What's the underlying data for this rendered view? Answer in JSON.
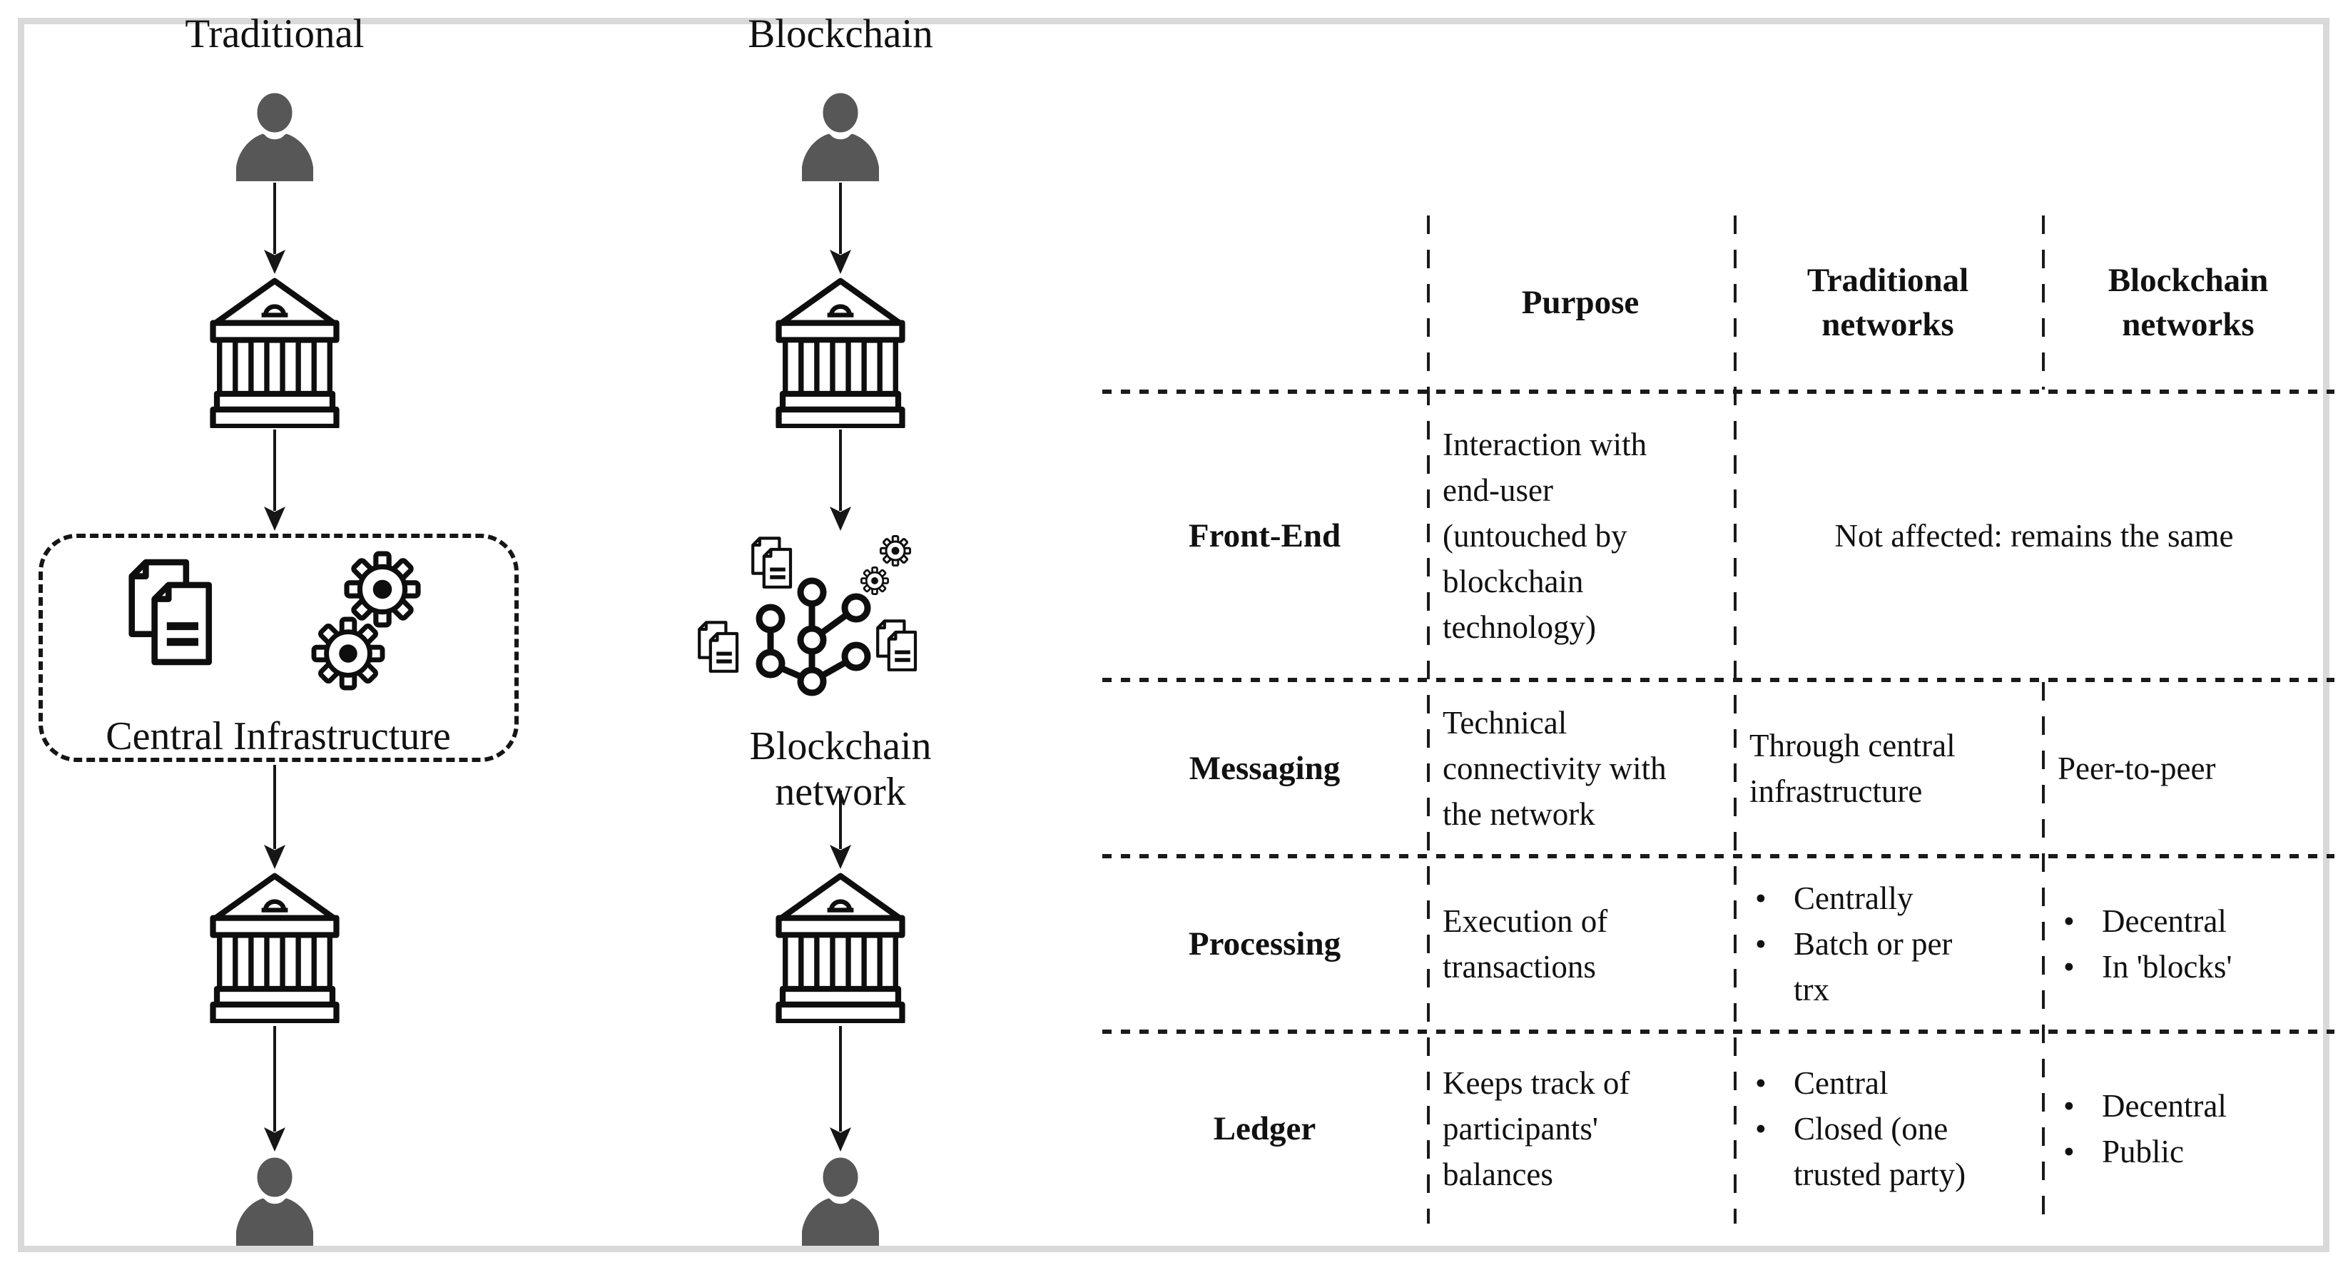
{
  "diagram": {
    "columns": [
      {
        "title": "Traditional",
        "middle_label": "Central Infrastructure"
      },
      {
        "title": "Blockchain",
        "middle_label": "Blockchain network"
      }
    ]
  },
  "table": {
    "header": {
      "purpose": "Purpose",
      "traditional": "Traditional networks",
      "blockchain": "Blockchain networks"
    },
    "rows": [
      {
        "label": "Front-End",
        "purpose": "Interaction with\nend-user\n(untouched by\nblockchain\ntechnology)",
        "merged": "Not affected: remains the same"
      },
      {
        "label": "Messaging",
        "purpose": "Technical\nconnectivity with\nthe network",
        "traditional": "Through central\ninfrastructure",
        "blockchain": "Peer-to-peer"
      },
      {
        "label": "Processing",
        "purpose": "Execution of\ntransactions",
        "traditional_bullets": [
          "Centrally",
          "Batch or per\ntrx"
        ],
        "blockchain_bullets": [
          "Decentral",
          "In 'blocks'"
        ]
      },
      {
        "label": "Ledger",
        "purpose": "Keeps track of\nparticipants'\nbalances",
        "traditional_bullets": [
          "Central",
          "Closed (one\ntrusted party)"
        ],
        "blockchain_bullets": [
          "Decentral",
          "Public"
        ]
      }
    ]
  },
  "colors": {
    "icon_fill": "#575757",
    "line": "#161616",
    "frame": "#d9d9d9"
  }
}
